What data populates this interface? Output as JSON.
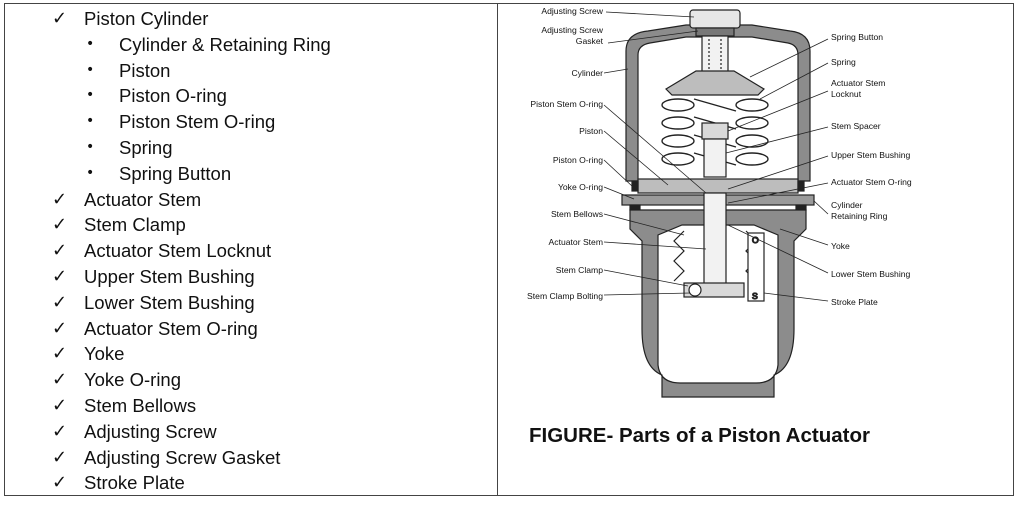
{
  "parts_list": [
    {
      "marker": "✓",
      "label": "Piston Cylinder",
      "level": 0
    },
    {
      "marker": "•",
      "label": "Cylinder & Retaining Ring",
      "level": 1
    },
    {
      "marker": "•",
      "label": "Piston",
      "level": 1
    },
    {
      "marker": "•",
      "label": "Piston O-ring",
      "level": 1
    },
    {
      "marker": "•",
      "label": "Piston Stem O-ring",
      "level": 1
    },
    {
      "marker": "•",
      "label": "Spring",
      "level": 1
    },
    {
      "marker": "•",
      "label": "Spring Button",
      "level": 1
    },
    {
      "marker": "✓",
      "label": "Actuator Stem",
      "level": 0
    },
    {
      "marker": "✓",
      "label": "Stem Clamp",
      "level": 0
    },
    {
      "marker": "✓",
      "label": "Actuator Stem Locknut",
      "level": 0
    },
    {
      "marker": "✓",
      "label": "Upper Stem Bushing",
      "level": 0
    },
    {
      "marker": "✓",
      "label": "Lower Stem Bushing",
      "level": 0
    },
    {
      "marker": "✓",
      "label": "Actuator Stem O-ring",
      "level": 0
    },
    {
      "marker": "✓",
      "label": "Yoke",
      "level": 0
    },
    {
      "marker": "✓",
      "label": "Yoke O-ring",
      "level": 0
    },
    {
      "marker": "✓",
      "label": "Stem Bellows",
      "level": 0
    },
    {
      "marker": "✓",
      "label": "Adjusting Screw",
      "level": 0
    },
    {
      "marker": "✓",
      "label": "Adjusting Screw Gasket",
      "level": 0
    },
    {
      "marker": "✓",
      "label": "Stroke Plate",
      "level": 0
    }
  ],
  "diagram": {
    "left_callouts": [
      {
        "id": "adjusting-screw",
        "lines": [
          "Adjusting Screw"
        ]
      },
      {
        "id": "adjusting-screw-gasket",
        "lines": [
          "Adjusting Screw",
          "Gasket"
        ]
      },
      {
        "id": "cylinder",
        "lines": [
          "Cylinder"
        ]
      },
      {
        "id": "piston-stem-o-ring",
        "lines": [
          "Piston Stem O-ring"
        ]
      },
      {
        "id": "piston",
        "lines": [
          "Piston"
        ]
      },
      {
        "id": "piston-o-ring",
        "lines": [
          "Piston O-ring"
        ]
      },
      {
        "id": "yoke-o-ring",
        "lines": [
          "Yoke O-ring"
        ]
      },
      {
        "id": "stem-bellows",
        "lines": [
          "Stem Bellows"
        ]
      },
      {
        "id": "actuator-stem",
        "lines": [
          "Actuator Stem"
        ]
      },
      {
        "id": "stem-clamp",
        "lines": [
          "Stem Clamp"
        ]
      },
      {
        "id": "stem-clamp-bolting",
        "lines": [
          "Stem Clamp Bolting"
        ]
      }
    ],
    "right_callouts": [
      {
        "id": "spring-button",
        "lines": [
          "Spring Button"
        ]
      },
      {
        "id": "spring",
        "lines": [
          "Spring"
        ]
      },
      {
        "id": "actuator-stem-locknut",
        "lines": [
          "Actuator Stem",
          "Locknut"
        ]
      },
      {
        "id": "stem-spacer",
        "lines": [
          "Stem Spacer"
        ]
      },
      {
        "id": "upper-stem-bushing",
        "lines": [
          "Upper Stem Bushing"
        ]
      },
      {
        "id": "actuator-stem-o-ring",
        "lines": [
          "Actuator Stem O-ring"
        ]
      },
      {
        "id": "cylinder-retaining-ring",
        "lines": [
          "Cylinder",
          "Retaining Ring"
        ]
      },
      {
        "id": "yoke",
        "lines": [
          "Yoke"
        ]
      },
      {
        "id": "lower-stem-bushing",
        "lines": [
          "Lower Stem Bushing"
        ]
      },
      {
        "id": "stroke-plate",
        "lines": [
          "Stroke Plate"
        ]
      }
    ],
    "stroke_plate_marks": [
      "O",
      "S"
    ]
  },
  "caption": "FIGURE- Parts of  a Piston Actuator"
}
